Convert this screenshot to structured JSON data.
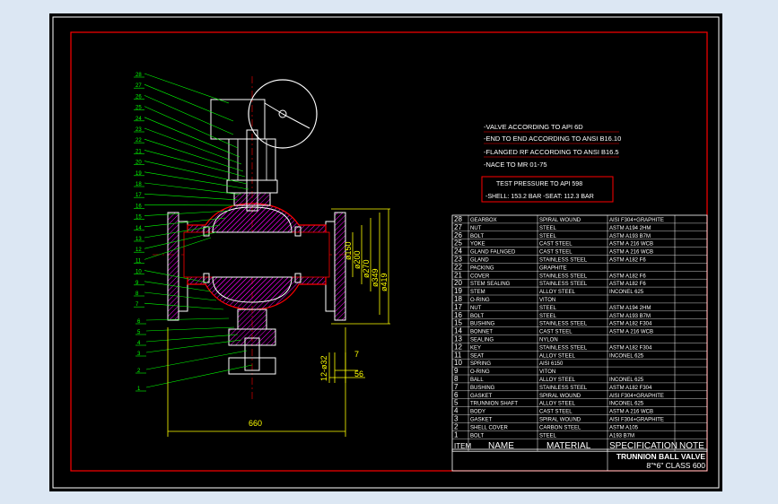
{
  "notes": [
    "-VALVE ACCORDING TO API 6D",
    "-END TO END ACCORDING TO ANSI B16.10",
    "-FLANGED RF ACCORDING TO ANSI B16.5",
    "-NACE TO MR 01-75"
  ],
  "test_pressure": {
    "title": "TEST PRESSURE TO API 598",
    "values": "-SHELL: 153.2 BAR    -SEAT: 112.3 BAR"
  },
  "dimensions": {
    "width": "660",
    "d1": "ø150",
    "d2": "ø200",
    "d3": "ø270",
    "d4": "ø349",
    "d5": "ø419",
    "bolt": "12-ø32",
    "t1": "7",
    "t2": "56"
  },
  "balloons": [
    "28",
    "27",
    "26",
    "25",
    "24",
    "23",
    "22",
    "21",
    "20",
    "19",
    "18",
    "17",
    "16",
    "15",
    "14",
    "13",
    "12",
    "11",
    "10",
    "9",
    "8",
    "7",
    "6",
    "5",
    "4",
    "3",
    "2",
    "1"
  ],
  "bom": {
    "headers": {
      "item": "ITEM",
      "name": "NAME",
      "material": "MATERIAL",
      "spec": "SPECIFICATION",
      "note": "NOTE"
    },
    "rows": [
      {
        "item": "28",
        "name": "GEARBOX",
        "material": "SPIRAL WOUND",
        "spec": "AISI F304+GRAPHITE"
      },
      {
        "item": "27",
        "name": "NUT",
        "material": "STEEL",
        "spec": "ASTM A194 2HM"
      },
      {
        "item": "26",
        "name": "BOLT",
        "material": "STEEL",
        "spec": "ASTM A193 B7M"
      },
      {
        "item": "25",
        "name": "YOKE",
        "material": "CAST STEEL",
        "spec": "ASTM A 216 WCB"
      },
      {
        "item": "24",
        "name": "GLAND FALNGED",
        "material": "CAST STEEL",
        "spec": "ASTM A 216 WCB"
      },
      {
        "item": "23",
        "name": "GLAND",
        "material": "STAINLESS STEEL",
        "spec": "ASTM A182 F6"
      },
      {
        "item": "22",
        "name": "PACKING",
        "material": "GRAPHITE",
        "spec": ""
      },
      {
        "item": "21",
        "name": "COVER",
        "material": "STAINLESS STEEL",
        "spec": "ASTM A182 F6"
      },
      {
        "item": "20",
        "name": "STEM SEALING",
        "material": "STAINLESS STEEL",
        "spec": "ASTM A182 F6"
      },
      {
        "item": "19",
        "name": "STEM",
        "material": "ALLOY STEEL",
        "spec": "INCONEL 625"
      },
      {
        "item": "18",
        "name": "O-RING",
        "material": "VITON",
        "spec": ""
      },
      {
        "item": "17",
        "name": "NUT",
        "material": "STEEL",
        "spec": "ASTM A194 2HM"
      },
      {
        "item": "16",
        "name": "BOLT",
        "material": "STEEL",
        "spec": "ASTM A193 B7M"
      },
      {
        "item": "15",
        "name": "BUSHING",
        "material": "STAINLESS STEEL",
        "spec": "ASTM A182 F304"
      },
      {
        "item": "14",
        "name": "BONNET",
        "material": "CAST STEEL",
        "spec": "ASTM A 216 WCB"
      },
      {
        "item": "13",
        "name": "SEALING",
        "material": "NYLON",
        "spec": ""
      },
      {
        "item": "12",
        "name": "KEY",
        "material": "STAINLESS STEEL",
        "spec": "ASTM A182 F304"
      },
      {
        "item": "11",
        "name": "SEAT",
        "material": "ALLOY STEEL",
        "spec": "INCONEL 625"
      },
      {
        "item": "10",
        "name": "SPRING",
        "material": "AISI 6150",
        "spec": ""
      },
      {
        "item": "9",
        "name": "O-RING",
        "material": "VITON",
        "spec": ""
      },
      {
        "item": "8",
        "name": "BALL",
        "material": "ALLOY STEEL",
        "spec": "INCONEL 625"
      },
      {
        "item": "7",
        "name": "BUSHING",
        "material": "STAINLESS STEEL",
        "spec": "ASTM A182 F304"
      },
      {
        "item": "6",
        "name": "GASKET",
        "material": "SPIRAL WOUND",
        "spec": "AISI F304+GRAPHITE"
      },
      {
        "item": "5",
        "name": "TRUNNION SHAFT",
        "material": "ALLOY STEEL",
        "spec": "INCONEL 625"
      },
      {
        "item": "4",
        "name": "BODY",
        "material": "CAST STEEL",
        "spec": "ASTM A 216 WCB"
      },
      {
        "item": "3",
        "name": "GASKET",
        "material": "SPIRAL WOUND",
        "spec": "AISI F304+GRAPHITE"
      },
      {
        "item": "2",
        "name": "SHELL COVER",
        "material": "CARBON STEEL",
        "spec": "ASTM A105"
      },
      {
        "item": "1",
        "name": "BOLT",
        "material": "STEEL",
        "spec": "A193 B7M"
      }
    ]
  },
  "title_block": {
    "line1": "TRUNNION BALL VALVE",
    "line2": "8\"*6\" CLASS 600"
  },
  "colors": {
    "frame": "#ff0000",
    "outline": "#ffffff",
    "leader": "#00ff00",
    "dimension": "#ffff00",
    "hatch": "#ff00ff",
    "body": "#ff0000",
    "centerline": "#ff0000"
  }
}
